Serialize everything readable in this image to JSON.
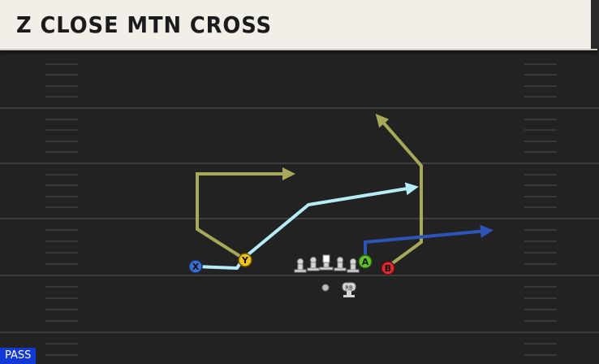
{
  "play": {
    "title": "Z CLOSE MTN CROSS",
    "type_label": "PASS"
  },
  "players": {
    "x": {
      "label": "X",
      "color": "#3b6fd6"
    },
    "y": {
      "label": "Y",
      "color": "#f2c318"
    },
    "a": {
      "label": "A",
      "color": "#5cc42a"
    },
    "b": {
      "label": "B",
      "color": "#de2b32"
    },
    "rb": {
      "label": "RB"
    }
  },
  "route_colors": {
    "yellow_route": "#a8a85a",
    "cyan_route": "#b5ecf7",
    "blue_route": "#2d54b8"
  }
}
